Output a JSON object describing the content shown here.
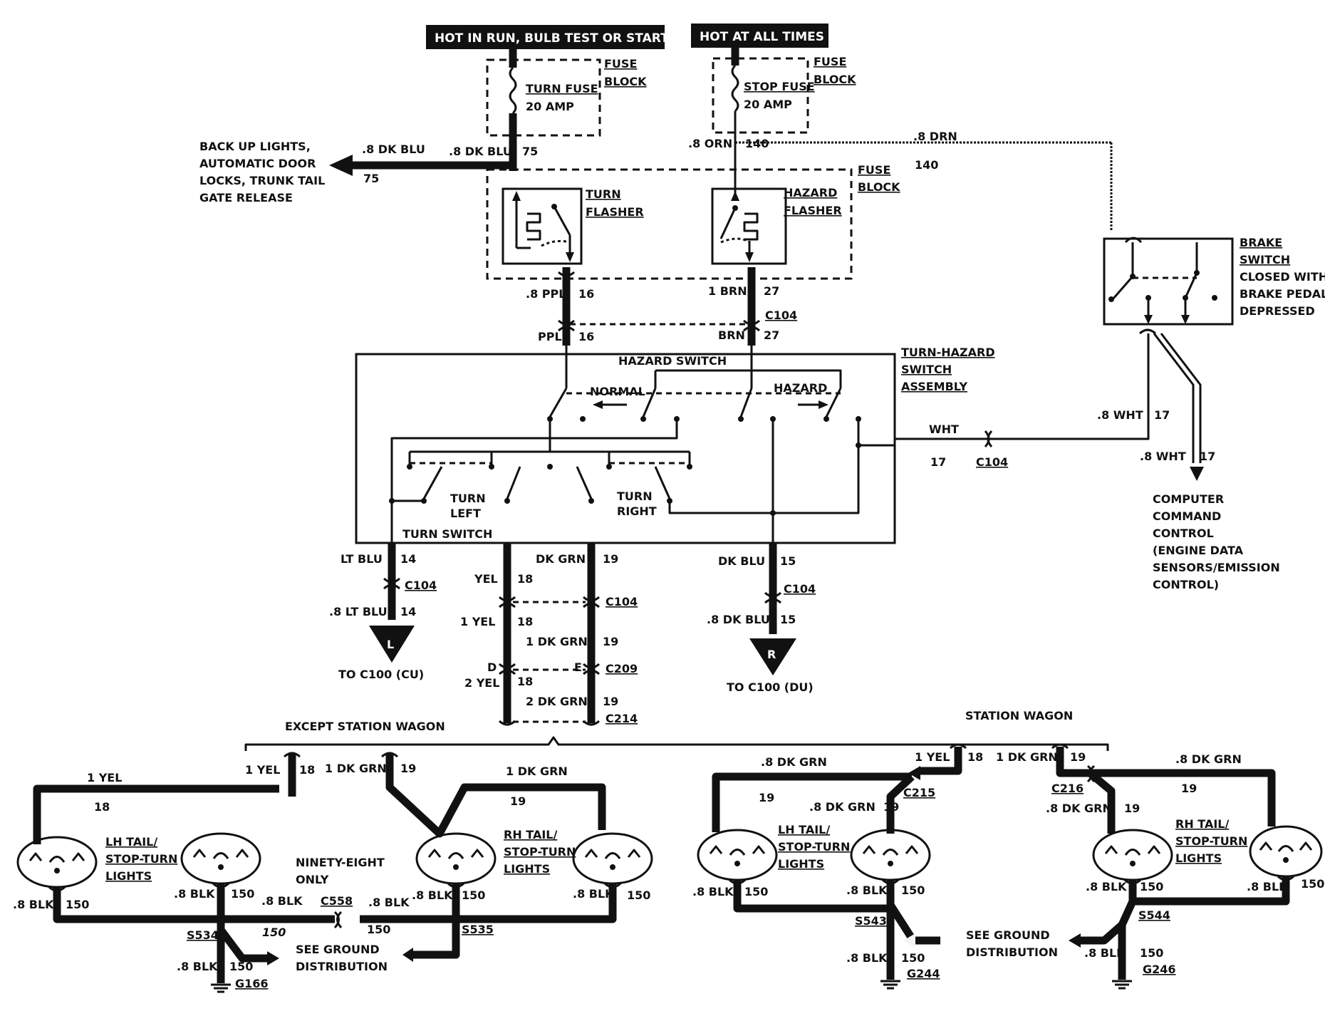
{
  "headers": {
    "run": "HOT IN RUN,   BULB TEST OR START",
    "always": "HOT AT ALL TIMES"
  },
  "fuses": {
    "block_label_1": "FUSE",
    "block_label_2": "BLOCK",
    "turn_fuse": "TURN FUSE",
    "turn_amp": "20 AMP",
    "stop_fuse": "STOP FUSE",
    "stop_amp": "20 AMP"
  },
  "flashers": {
    "turn_1": "TURN",
    "turn_2": "FLASHER",
    "hazard_1": "HAZARD",
    "hazard_2": "FLASHER",
    "block_1": "FUSE",
    "block_2": "BLOCK"
  },
  "backup": {
    "line1": "BACK UP LIGHTS,",
    "line2": "AUTOMATIC DOOR",
    "line3": "LOCKS, TRUNK TAIL",
    "line4": "GATE RELEASE",
    "wire": ".8 DK BLU",
    "circuit": "75"
  },
  "wires": {
    "dk_blu_8": ".8 DK BLU",
    "c75": "75",
    "orn_8": ".8 ORN",
    "c140": "140",
    "drn_8": ".8 DRN",
    "ppl_8": ".8 PPL",
    "c16": "16",
    "brn_1": "1 BRN",
    "c27": "27",
    "c104": "C104",
    "ppl": "PPL",
    "brn": "BRN",
    "wht": "WHT",
    "c17": "17",
    "wht_8": ".8 WHT",
    "lt_blu": "LT BLU",
    "c14": "14",
    "lt_blu_8": ".8 LT BLU",
    "yel": "YEL",
    "c18": "18",
    "dk_grn": "DK GRN",
    "c19": "19",
    "dk_blu": "DK BLU",
    "c15": "15",
    "yel_1": "1 YEL",
    "dk_grn_1": "1 DK GRN",
    "yel_2": "2 YEL",
    "dk_grn_2": "2 DK GRN",
    "pin_d": "D",
    "pin_e": "E",
    "c209": "C209",
    "c214": "C214",
    "to_c100_cu": "TO C100 (CU)",
    "to_c100_du": "TO C100 (DU)",
    "marker_l": "L",
    "marker_r": "R"
  },
  "brake": {
    "l1": "BRAKE",
    "l2": "SWITCH",
    "l3": "CLOSED WITH",
    "l4": "BRAKE PEDAL",
    "l5": "DEPRESSED"
  },
  "computer": {
    "l1": "COMPUTER",
    "l2": "COMMAND",
    "l3": "CONTROL",
    "l4": "(ENGINE DATA",
    "l5": "SENSORS/EMISSION",
    "l6": "CONTROL)"
  },
  "switch_assembly": {
    "title_1": "TURN-HAZARD",
    "title_2": "SWITCH",
    "title_3": "ASSEMBLY",
    "hazard_switch": "HAZARD SWITCH",
    "normal": "NORMAL",
    "hazard": "HAZARD",
    "turn_left_1": "TURN",
    "turn_left_2": "LEFT",
    "turn_right_1": "TURN",
    "turn_right_2": "RIGHT",
    "turn_switch": "TURN SWITCH"
  },
  "except_wagon": {
    "title": "EXCEPT STATION WAGON",
    "yel_1": "1 YEL",
    "c18": "18",
    "dk_grn_1": "1 DK GRN",
    "c19": "19",
    "lh_1": "LH TAIL/",
    "lh_2": "STOP-TURN",
    "lh_3": "LIGHTS",
    "rh_1": "RH TAIL/",
    "rh_2": "STOP-TURN",
    "rh_3": "LIGHTS",
    "ninety_1": "NINETY-EIGHT",
    "ninety_2": "ONLY",
    "blk_8": ".8 BLK",
    "c150": "150",
    "c558": "C558",
    "s534": "S534",
    "s535": "S535",
    "g166": "G166",
    "see_1": "SEE GROUND",
    "see_2": "DISTRIBUTION"
  },
  "wagon": {
    "title": "STATION WAGON",
    "dk_grn_8": ".8 DK GRN",
    "yel_1": "1 YEL",
    "dk_grn_1": "1 DK GRN",
    "c18": "18",
    "c19": "19",
    "c215": "C215",
    "c216": "C216",
    "lh_1": "LH TAIL/",
    "lh_2": "STOP-TURN",
    "lh_3": "LIGHTS",
    "rh_1": "RH TAIL/",
    "rh_2": "STOP-TURN",
    "rh_3": "LIGHTS",
    "blk_8": ".8 BLK",
    "c150": "150",
    "s543": "S543",
    "s544": "S544",
    "g244": "G244",
    "g246": "G246",
    "see_1": "SEE GROUND",
    "see_2": "DISTRIBUTION"
  }
}
